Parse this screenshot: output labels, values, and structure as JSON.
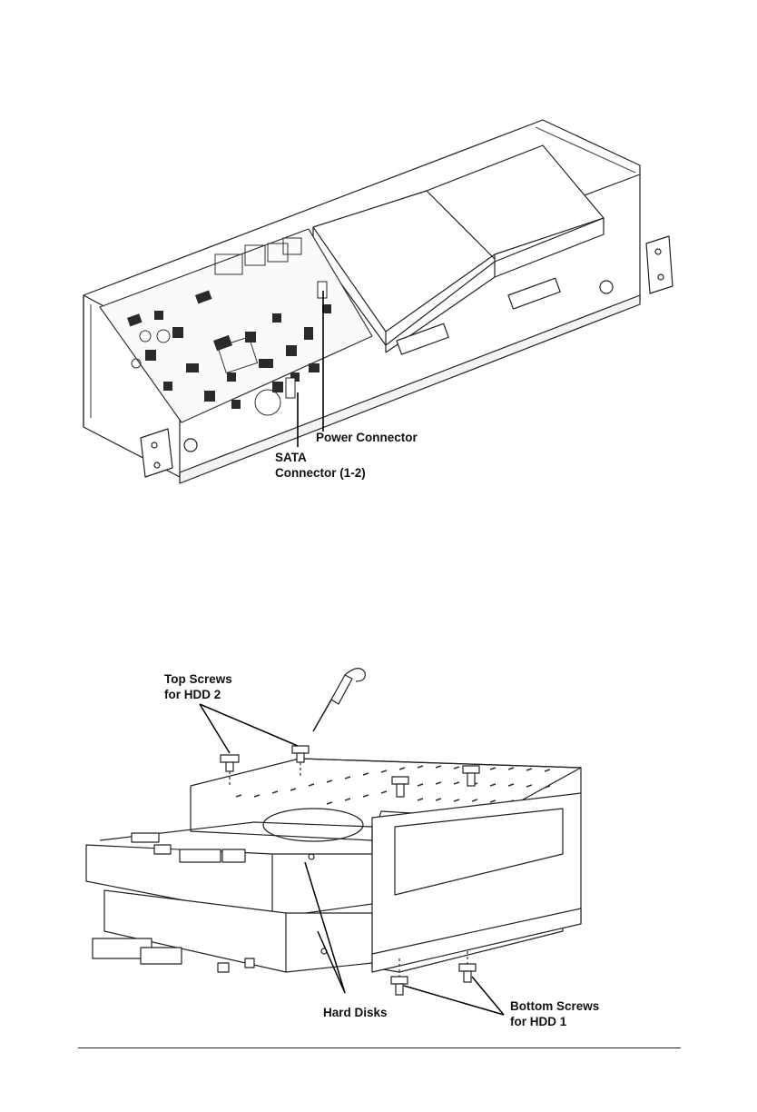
{
  "figure1": {
    "labels": {
      "power_connector": "Power Connector",
      "sata_connector": "SATA\nConnector (1-2)"
    }
  },
  "figure2": {
    "labels": {
      "top_screws": "Top Screws\nfor HDD 2",
      "bottom_screws": "Bottom Screws\nfor HDD 1",
      "hard_disks": "Hard Disks"
    }
  }
}
